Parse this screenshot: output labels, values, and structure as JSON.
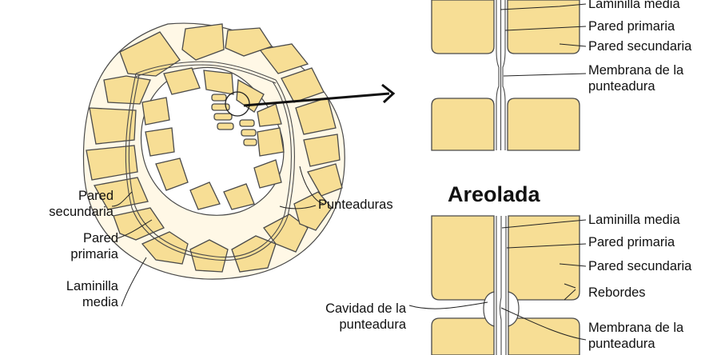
{
  "colors": {
    "cell_fill": "#F7DE95",
    "outline": "#4a4a4a",
    "wall": "#fff8e6"
  },
  "left_panel": {
    "pared_secundaria": [
      "Pared",
      "secundaria"
    ],
    "pared_primaria": [
      "Pared",
      "primaria"
    ],
    "laminilla_media": [
      "Laminilla",
      "media"
    ],
    "punteaduras": "Punteaduras"
  },
  "top_panel": {
    "laminilla_media": "Laminilla media",
    "pared_primaria": "Pared primaria",
    "pared_secundaria": "Pared secundaria",
    "membrana": [
      "Membrana de la",
      "punteadura"
    ]
  },
  "bottom_panel": {
    "title": "Areolada",
    "laminilla_media": "Laminilla media",
    "pared_primaria": "Pared primaria",
    "pared_secundaria": "Pared secundaria",
    "rebordes": "Rebordes",
    "cavidad": [
      "Cavidad de la",
      "punteadura"
    ],
    "membrana": [
      "Membrana de la",
      "punteadura"
    ]
  }
}
